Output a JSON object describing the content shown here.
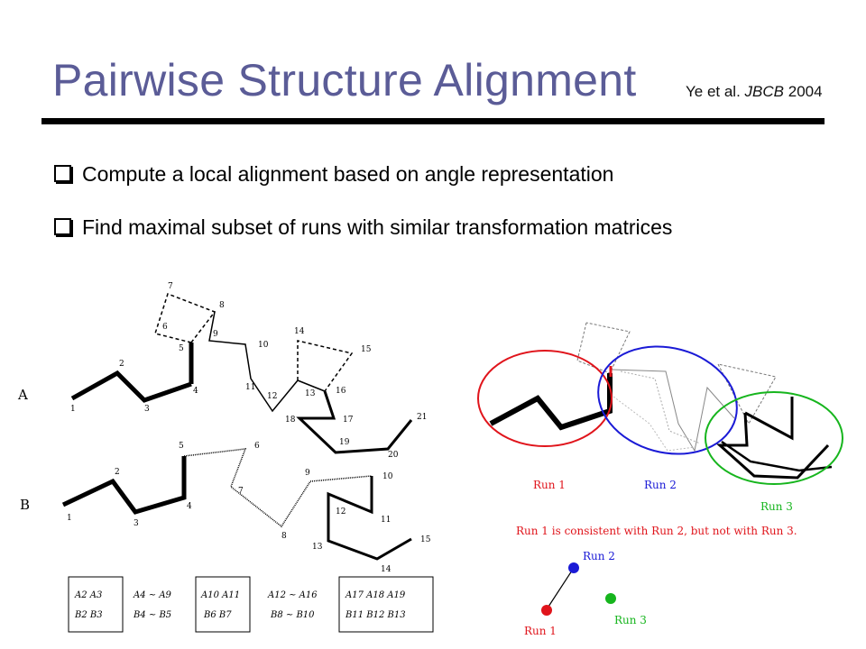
{
  "slide": {
    "title": "Pairwise Structure Alignment",
    "citation": {
      "authors": "Ye et al.",
      "journal": "JBCB",
      "year": "2004"
    },
    "bullets": [
      "Compute a local alignment based on angle representation",
      "Find maximal subset of runs with similar transformation matrices"
    ]
  },
  "figure_left": {
    "label_a": "A",
    "label_b": "B",
    "chain_a_numbers": [
      "1",
      "2",
      "3",
      "4",
      "5",
      "6",
      "7",
      "8",
      "9",
      "10",
      "11",
      "12",
      "13",
      "14",
      "15",
      "16",
      "17",
      "18",
      "19",
      "20",
      "21"
    ],
    "chain_b_numbers": [
      "1",
      "2",
      "3",
      "4",
      "5",
      "6",
      "7",
      "8",
      "9",
      "10",
      "11",
      "12",
      "13",
      "14",
      "15"
    ],
    "boxes": [
      {
        "row1": "A2 A3",
        "row2": "B2 B3"
      },
      {
        "row1": "A4 ~ A9",
        "row2": "B4 ~ B5"
      },
      {
        "row1": "A10 A11",
        "row2": "B6 B7"
      },
      {
        "row1": "A12 ~ A16",
        "row2": "B8 ~ B10"
      },
      {
        "row1": "A17 A18 A19",
        "row2": "B11 B12 B13"
      }
    ]
  },
  "figure_right": {
    "run1_label": "Run 1",
    "run2_label": "Run 2",
    "run3_label": "Run 3",
    "consistency_text": "Run 1 is consistent with Run 2, but not with Run 3.",
    "colors": {
      "run1": "#e0141b",
      "run2": "#1a1ad6",
      "run3": "#16b51d"
    }
  }
}
